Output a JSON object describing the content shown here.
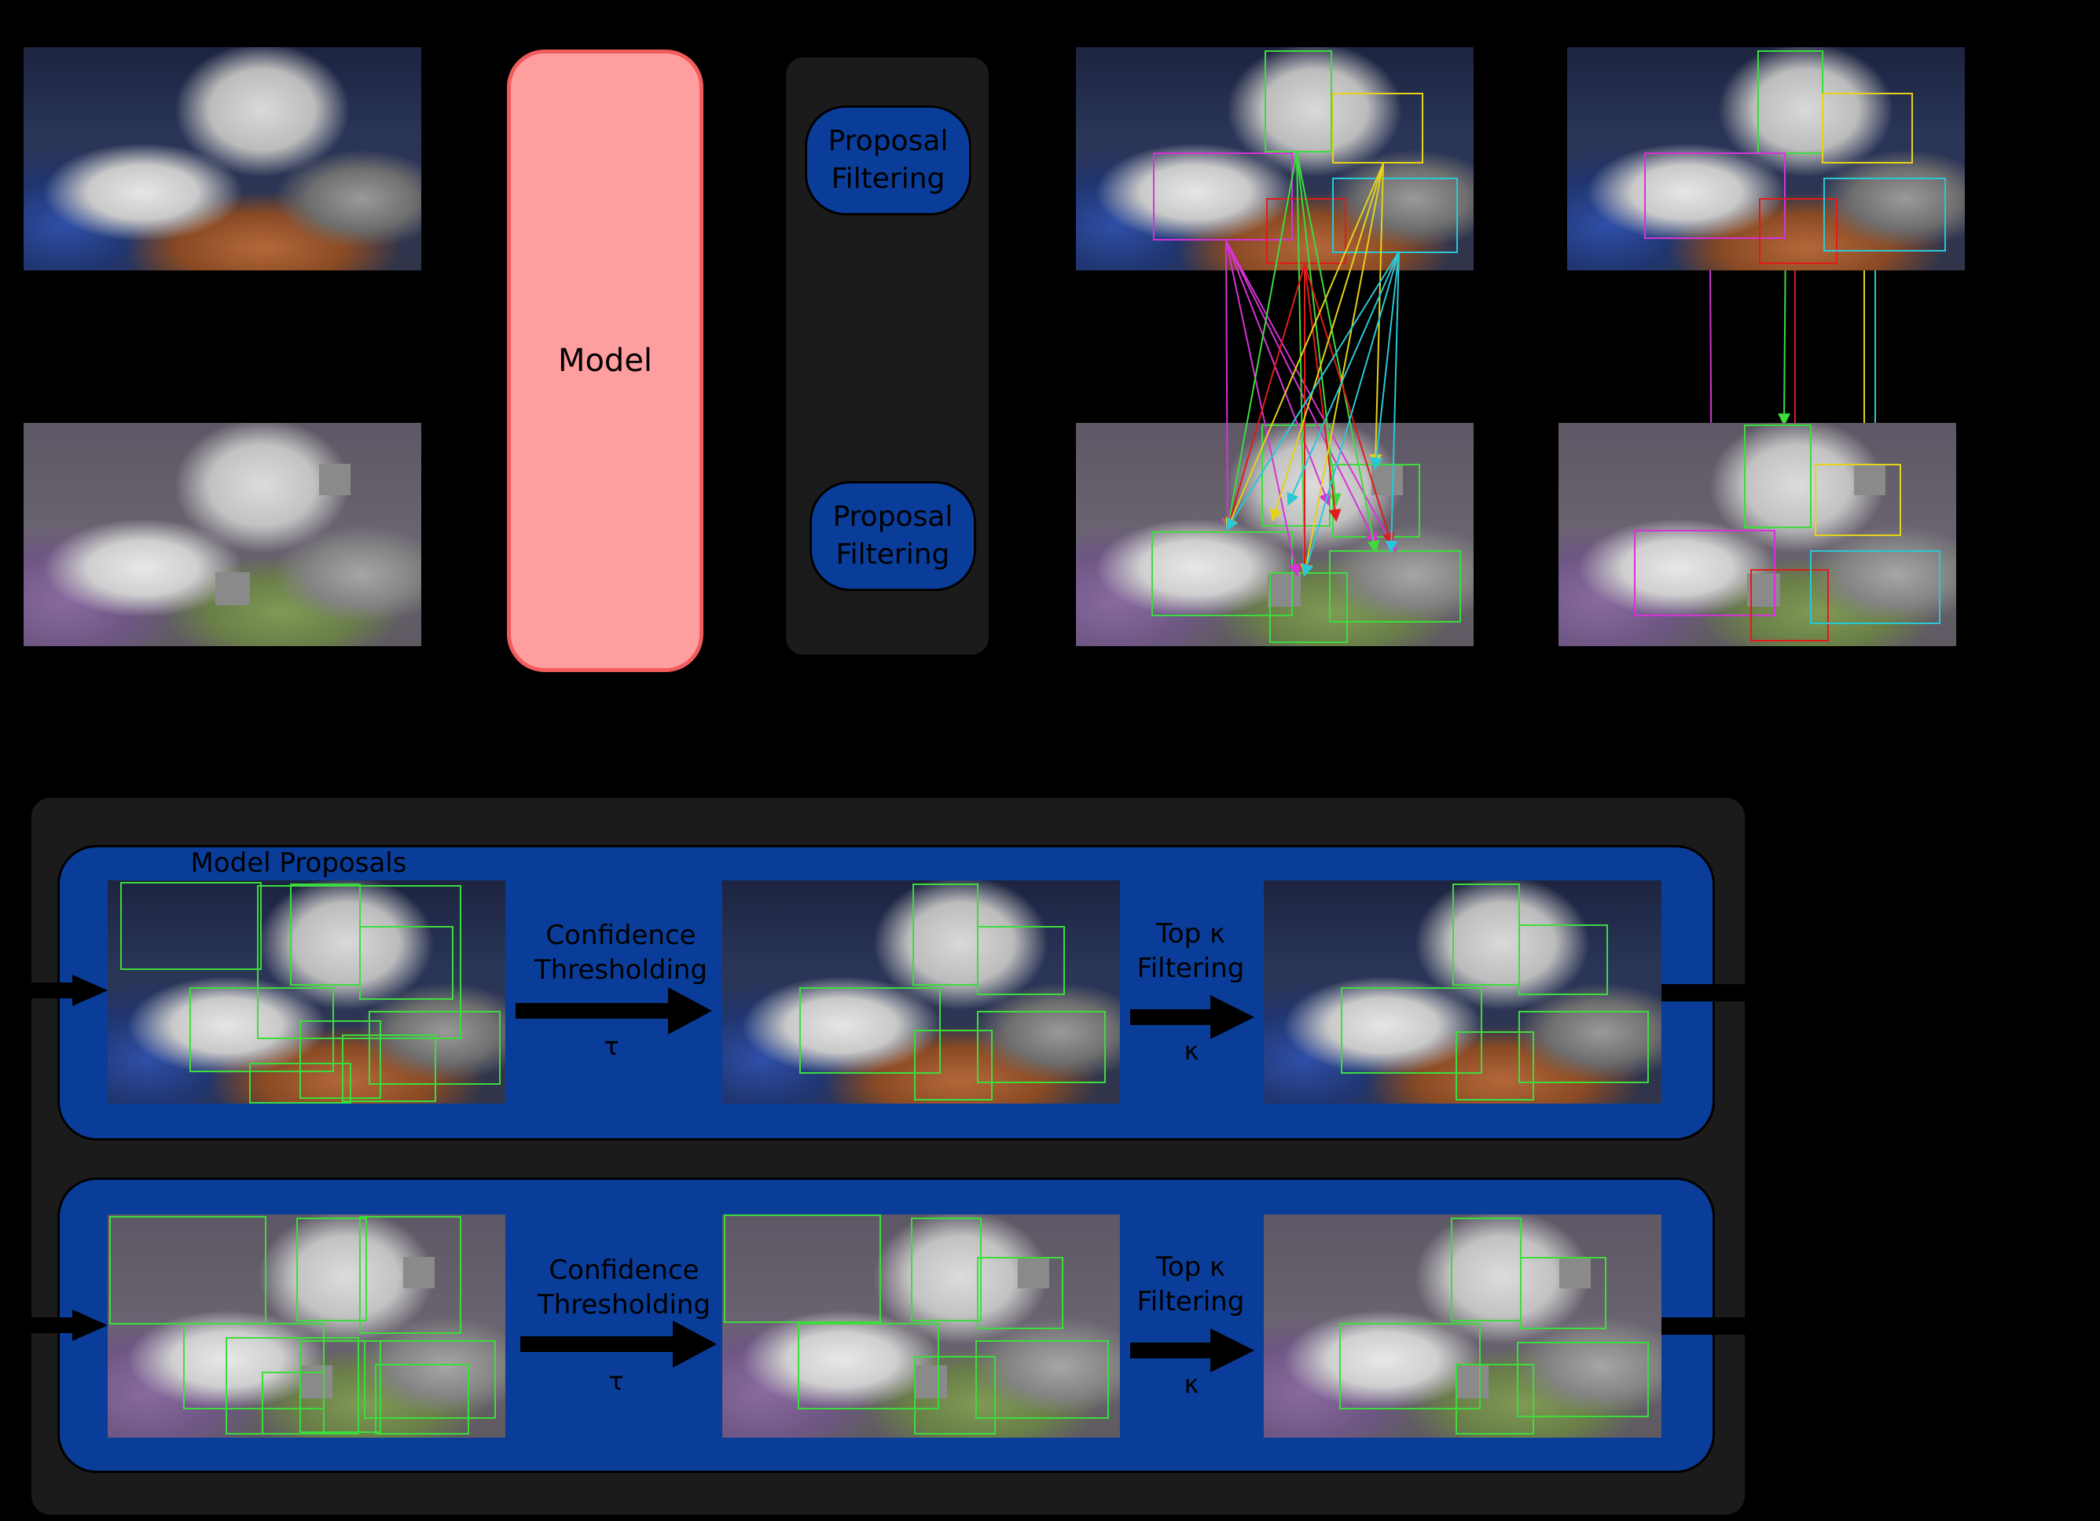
{
  "model_label": "Model",
  "filter_top": "Proposal Filtering",
  "filter_bottom": "Proposal Filtering",
  "lane1": {
    "title": "Model Proposals",
    "step1": "Confidence Thresholding",
    "sym1": "τ",
    "step2": "Top κ Filtering",
    "sym2": "κ"
  },
  "lane2": {
    "step1": "Confidence Thresholding",
    "sym1": "τ",
    "step2": "Top κ Filtering",
    "sym2": "κ"
  },
  "colors": {
    "box_green": "#3ddc3d",
    "match_magenta": "#d633d6",
    "match_red": "#e01b1b",
    "match_yellow": "#e6d21a",
    "match_cyan": "#29c8d6",
    "lane_blue": "#0a3d99",
    "model_pink": "#ff9e9e"
  }
}
